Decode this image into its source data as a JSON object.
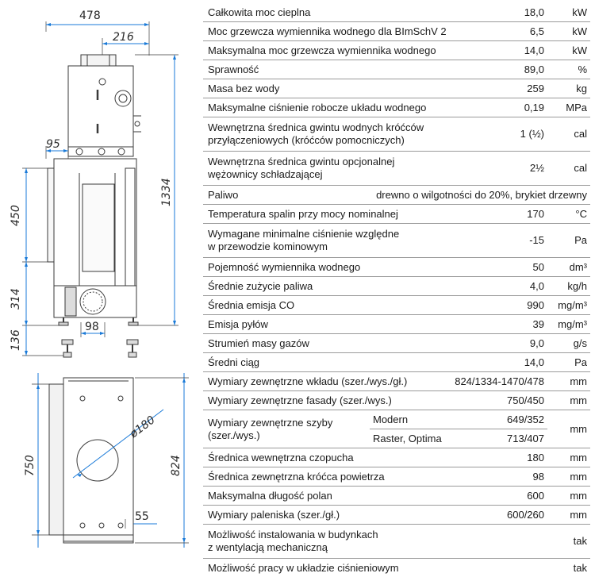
{
  "drawing": {
    "dims": {
      "width_478": "478",
      "width_216": "216",
      "width_95": "95",
      "height_1334": "1334",
      "height_450": "450",
      "height_314": "314",
      "height_136": "136",
      "width_98": "98",
      "diameter_180": "ø180",
      "height_750": "750",
      "depth_824": "824",
      "width_55": "55"
    }
  },
  "spec": {
    "r1": {
      "label": "Całkowita moc cieplna",
      "value": "18,0",
      "unit": "kW"
    },
    "r2": {
      "label": "Moc grzewcza wymiennika wodnego dla BImSchV 2",
      "value": "6,5",
      "unit": "kW"
    },
    "r3": {
      "label": "Maksymalna moc grzewcza wymiennika wodnego",
      "value": "14,0",
      "unit": "kW"
    },
    "r4": {
      "label": "Sprawność",
      "value": "89,0",
      "unit": "%"
    },
    "r5": {
      "label": "Masa bez wody",
      "value": "259",
      "unit": "kg"
    },
    "r6": {
      "label": "Maksymalne ciśnienie robocze układu wodnego",
      "value": "0,19",
      "unit": "MPa"
    },
    "r7": {
      "label_1": "Wewnętrzna średnica gwintu wodnych króćców",
      "label_2": "przyłączeniowych (króćców pomocniczych)",
      "value": "1 (½)",
      "unit": "cal"
    },
    "r8": {
      "label_1": "Wewnętrzna średnica gwintu opcjonalnej",
      "label_2": "wężownicy schładzającej",
      "value": "2½",
      "unit": "cal"
    },
    "r9": {
      "label": "Paliwo",
      "value": "drewno o wilgotności do 20%, brykiet drzewny"
    },
    "r10": {
      "label": "Temperatura spalin przy mocy nominalnej",
      "value": "170",
      "unit": "°C"
    },
    "r11": {
      "label_1": "Wymagane minimalne ciśnienie względne",
      "label_2": "w przewodzie kominowym",
      "value": "-15",
      "unit": "Pa"
    },
    "r12": {
      "label": "Pojemność wymiennika wodnego",
      "value": "50",
      "unit": "dm³"
    },
    "r13": {
      "label": "Średnie zużycie paliwa",
      "value": "4,0",
      "unit": "kg/h"
    },
    "r14": {
      "label": "Średnia emisja CO",
      "value": "990",
      "unit": "mg/m³"
    },
    "r15": {
      "label": "Emisja pyłów",
      "value": "39",
      "unit": "mg/m³"
    },
    "r16": {
      "label": "Strumień masy gazów",
      "value": "9,0",
      "unit": "g/s"
    },
    "r17": {
      "label": "Średni ciąg",
      "value": "14,0",
      "unit": "Pa"
    },
    "r18": {
      "label": "Wymiary zewnętrzne wkładu (szer./wys./gł.)",
      "value": "824/1334-1470/478",
      "unit": "mm"
    },
    "r19": {
      "label": "Wymiary zewnętrzne fasady (szer./wys.)",
      "value": "750/450",
      "unit": "mm"
    },
    "r20": {
      "label_1": "Wymiary zewnętrzne szyby",
      "label_2": "(szer./wys.)",
      "sub1": "Modern",
      "val1": "649/352",
      "sub2": "Raster, Optima",
      "val2": "713/407",
      "unit": "mm"
    },
    "r21": {
      "label": "Średnica wewnętrzna czopucha",
      "value": "180",
      "unit": "mm"
    },
    "r22": {
      "label": "Średnica zewnętrzna króćca powietrza",
      "value": "98",
      "unit": "mm"
    },
    "r23": {
      "label": "Maksymalna długość polan",
      "value": "600",
      "unit": "mm"
    },
    "r24": {
      "label": "Wymiary paleniska (szer./gł.)",
      "value": "600/260",
      "unit": "mm"
    },
    "r25": {
      "label_1": "Możliwość instalowania w budynkach",
      "label_2": "z wentylacją mechaniczną",
      "value": "tak"
    },
    "r26": {
      "label": "Możliwość pracy w układzie ciśnieniowym",
      "value": "tak"
    }
  }
}
